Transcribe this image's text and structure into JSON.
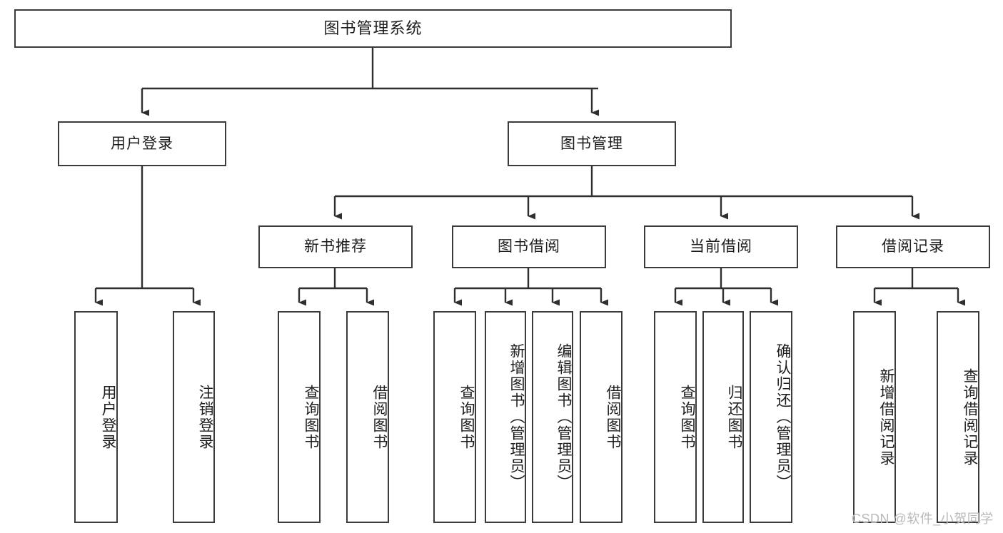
{
  "diagram": {
    "title": "图书管理系统",
    "type": "tree-hierarchy-chart",
    "line_color": "#3b3b3b",
    "box_fill": "#ffffff",
    "text_color": "#1d1d1d"
  },
  "root": {
    "label": "图书管理系统"
  },
  "level1": [
    {
      "label": "用户登录"
    },
    {
      "label": "图书管理"
    }
  ],
  "level2": [
    {
      "label": "新书推荐"
    },
    {
      "label": "图书借阅"
    },
    {
      "label": "当前借阅"
    },
    {
      "label": "借阅记录"
    }
  ],
  "leaves": {
    "user_login": [
      {
        "label": "用户登录"
      },
      {
        "label": "注销登录"
      }
    ],
    "new_book_recommend": [
      {
        "label": "查询图书"
      },
      {
        "label": "借阅图书"
      }
    ],
    "book_borrow": [
      {
        "label": "查询图书"
      },
      {
        "label": "新增图书（管理员）"
      },
      {
        "label": "编辑图书（管理员）"
      },
      {
        "label": "借阅图书"
      }
    ],
    "current_borrow": [
      {
        "label": "查询图书"
      },
      {
        "label": "归还图书"
      },
      {
        "label": "确认归还（管理员）"
      }
    ],
    "borrow_record": [
      {
        "label": "新增借阅记录"
      },
      {
        "label": "查询借阅记录"
      }
    ]
  },
  "watermark": {
    "text": "CSDN @软件_小贺同学"
  }
}
